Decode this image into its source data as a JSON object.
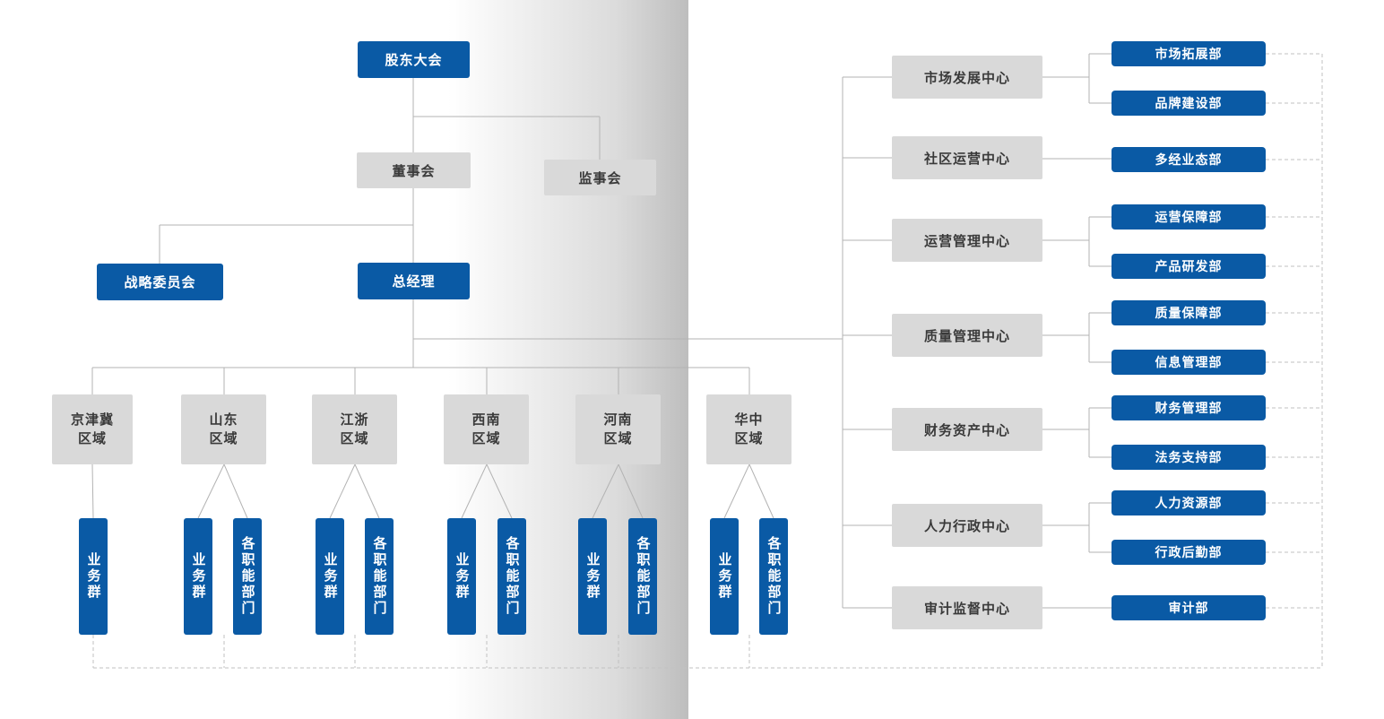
{
  "chart": {
    "top": {
      "shareholders": "股东大会",
      "board": "董事会",
      "supervisory": "监事会",
      "strategy": "战略委员会",
      "gm": "总经理"
    },
    "regions": [
      {
        "line1": "京津冀",
        "line2": "区域",
        "children": [
          "业务群"
        ]
      },
      {
        "line1": "山东",
        "line2": "区域",
        "children": [
          "业务群",
          "各职能部门"
        ]
      },
      {
        "line1": "江浙",
        "line2": "区域",
        "children": [
          "业务群",
          "各职能部门"
        ]
      },
      {
        "line1": "西南",
        "line2": "区域",
        "children": [
          "业务群",
          "各职能部门"
        ]
      },
      {
        "line1": "河南",
        "line2": "区域",
        "children": [
          "业务群",
          "各职能部门"
        ]
      },
      {
        "line1": "华中",
        "line2": "区域",
        "children": [
          "业务群",
          "各职能部门"
        ]
      }
    ],
    "centers": [
      {
        "label": "市场发展中心",
        "depts": [
          "市场拓展部",
          "品牌建设部"
        ]
      },
      {
        "label": "社区运营中心",
        "depts": [
          "多经业态部"
        ]
      },
      {
        "label": "运营管理中心",
        "depts": [
          "运营保障部",
          "产品研发部"
        ]
      },
      {
        "label": "质量管理中心",
        "depts": [
          "质量保障部",
          "信息管理部"
        ]
      },
      {
        "label": "财务资产中心",
        "depts": [
          "财务管理部",
          "法务支持部"
        ]
      },
      {
        "label": "人力行政中心",
        "depts": [
          "人力资源部",
          "行政后勤部"
        ]
      },
      {
        "label": "审计监督中心",
        "depts": [
          "审计部"
        ]
      }
    ],
    "colors": {
      "node_blue": "#0a5aa5",
      "node_gray": "#d9d9d9",
      "line": "#b3b3b3",
      "dashed_line": "#c2c2c2"
    }
  }
}
